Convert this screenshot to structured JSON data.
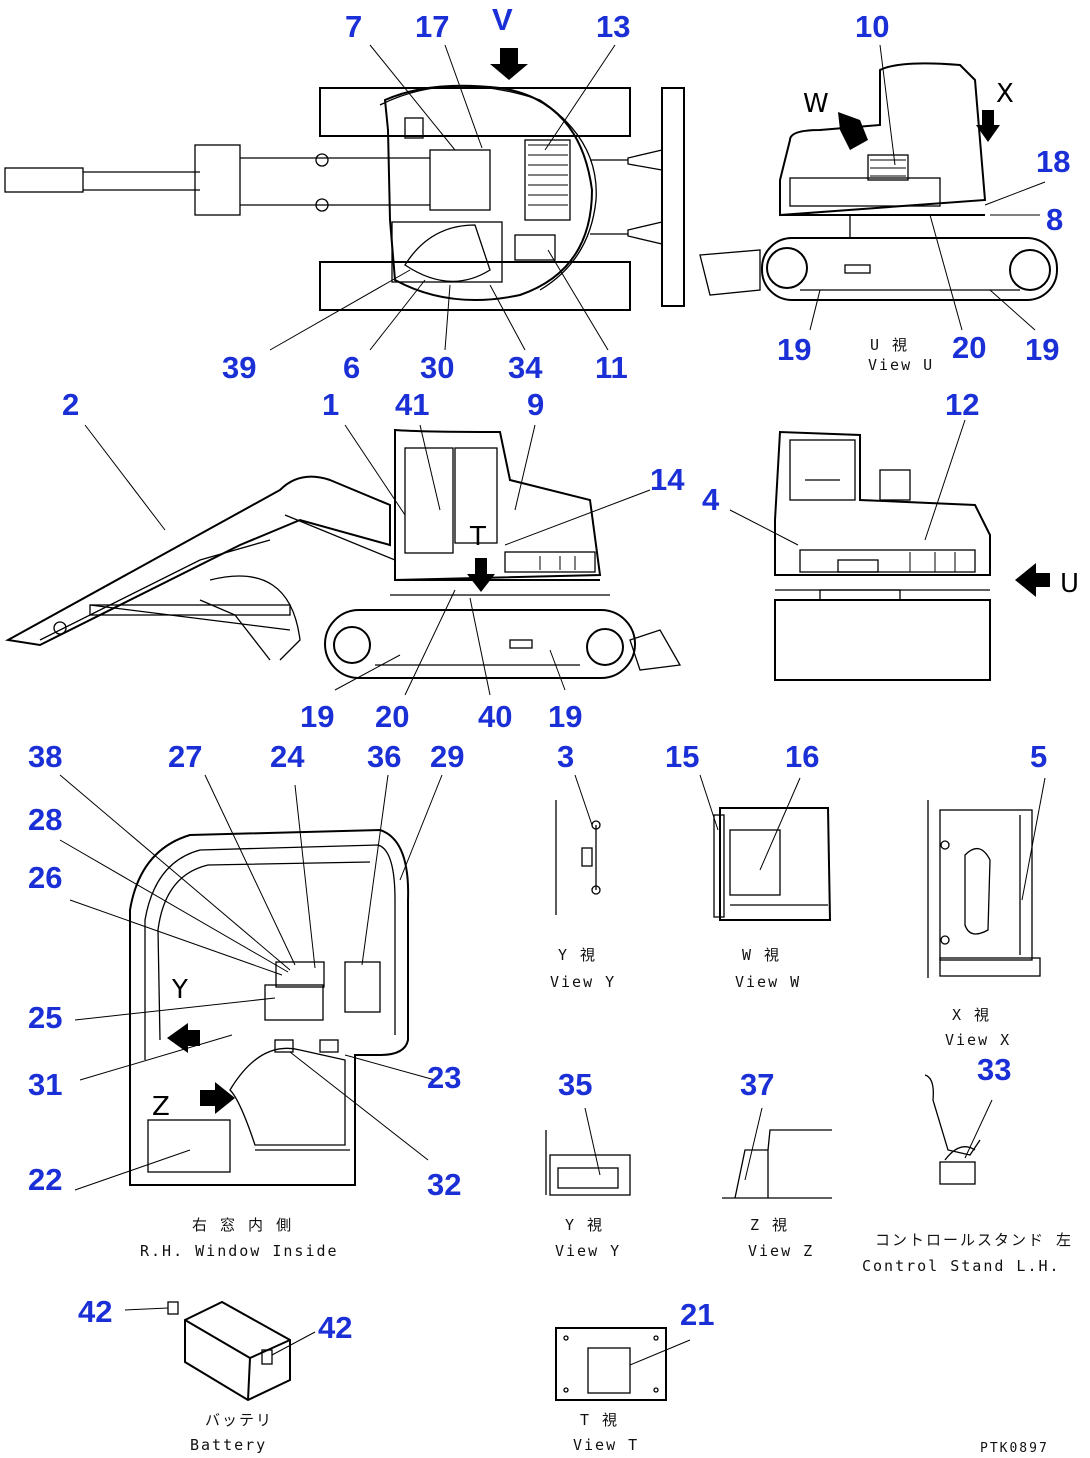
{
  "callouts": [
    {
      "id": "c7",
      "text": "7"
    },
    {
      "id": "c17",
      "text": "17"
    },
    {
      "id": "cV",
      "text": "V"
    },
    {
      "id": "c13",
      "text": "13"
    },
    {
      "id": "c10",
      "text": "10"
    },
    {
      "id": "cX",
      "text": "X"
    },
    {
      "id": "cW",
      "text": "W"
    },
    {
      "id": "c18",
      "text": "18"
    },
    {
      "id": "c8",
      "text": "8"
    },
    {
      "id": "c39",
      "text": "39"
    },
    {
      "id": "c6",
      "text": "6"
    },
    {
      "id": "c30",
      "text": "30"
    },
    {
      "id": "c34",
      "text": "34"
    },
    {
      "id": "c11",
      "text": "11"
    },
    {
      "id": "c19a",
      "text": "19"
    },
    {
      "id": "c20a",
      "text": "20"
    },
    {
      "id": "c19b",
      "text": "19"
    },
    {
      "id": "c2",
      "text": "2"
    },
    {
      "id": "c1",
      "text": "1"
    },
    {
      "id": "c41",
      "text": "41"
    },
    {
      "id": "c9",
      "text": "9"
    },
    {
      "id": "c14",
      "text": "14"
    },
    {
      "id": "c12",
      "text": "12"
    },
    {
      "id": "c4",
      "text": "4"
    },
    {
      "id": "cU",
      "text": "U"
    },
    {
      "id": "cT",
      "text": "T"
    },
    {
      "id": "c19c",
      "text": "19"
    },
    {
      "id": "c20b",
      "text": "20"
    },
    {
      "id": "c40",
      "text": "40"
    },
    {
      "id": "c19d",
      "text": "19"
    },
    {
      "id": "c38",
      "text": "38"
    },
    {
      "id": "c27",
      "text": "27"
    },
    {
      "id": "c24",
      "text": "24"
    },
    {
      "id": "c36",
      "text": "36"
    },
    {
      "id": "c29",
      "text": "29"
    },
    {
      "id": "c28",
      "text": "28"
    },
    {
      "id": "c26",
      "text": "26"
    },
    {
      "id": "c25",
      "text": "25"
    },
    {
      "id": "cY",
      "text": "Y"
    },
    {
      "id": "c31",
      "text": "31"
    },
    {
      "id": "cZ",
      "text": "Z"
    },
    {
      "id": "c23",
      "text": "23"
    },
    {
      "id": "c32",
      "text": "32"
    },
    {
      "id": "c22",
      "text": "22"
    },
    {
      "id": "c3",
      "text": "3"
    },
    {
      "id": "c15",
      "text": "15"
    },
    {
      "id": "c16",
      "text": "16"
    },
    {
      "id": "c5",
      "text": "5"
    },
    {
      "id": "c35",
      "text": "35"
    },
    {
      "id": "c37",
      "text": "37"
    },
    {
      "id": "c33",
      "text": "33"
    },
    {
      "id": "c42a",
      "text": "42"
    },
    {
      "id": "c42b",
      "text": "42"
    },
    {
      "id": "c21",
      "text": "21"
    }
  ],
  "captions": {
    "view_u_jp": "U   視",
    "view_u_en": "View U",
    "view_y1_jp": "Y   視",
    "view_y1_en": "View Y",
    "view_w_jp": "W   視",
    "view_w_en": "View W",
    "view_x_jp": "X   視",
    "view_x_en": "View X",
    "window_jp": "右 窓 内 側",
    "window_en": "R.H. Window Inside",
    "view_y2_jp": "Y   視",
    "view_y2_en": "View Y",
    "view_z_jp": "Z   視",
    "view_z_en": "View Z",
    "control_jp": "コントロールスタンド 左",
    "control_en": "Control Stand L.H.",
    "battery_jp": "バッテリ",
    "battery_en": "Battery",
    "view_t_jp": "T   視",
    "view_t_en": "View T",
    "drawing_code": "PTK0897"
  }
}
